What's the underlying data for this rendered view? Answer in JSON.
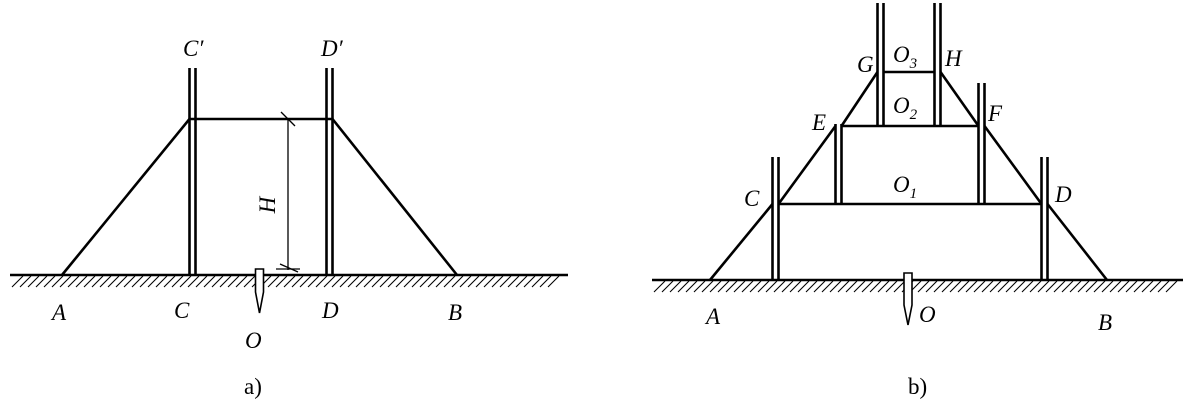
{
  "figure_a": {
    "labels": {
      "A": "A",
      "B": "B",
      "C": "C",
      "D": "D",
      "C_top": "C′",
      "D_top": "D′",
      "H": "H",
      "O": "O"
    },
    "caption": "a)"
  },
  "figure_b": {
    "labels": {
      "A": "A",
      "B": "B",
      "C": "C",
      "D": "D",
      "E": "E",
      "F": "F",
      "G": "G",
      "H": "H",
      "O": "O",
      "O1_base": "O",
      "O1_sub": "1",
      "O2_base": "O",
      "O2_sub": "2",
      "O3_base": "O",
      "O3_sub": "3"
    },
    "caption": "b)"
  }
}
